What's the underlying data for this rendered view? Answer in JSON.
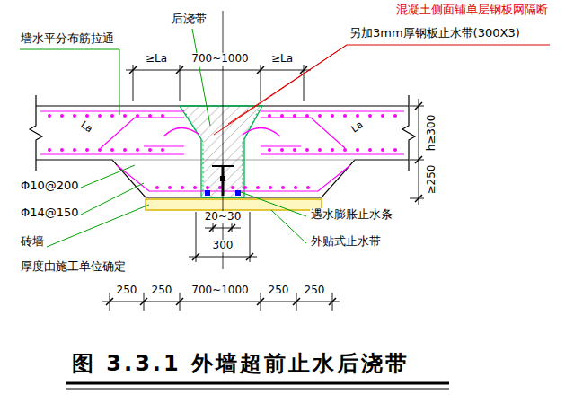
{
  "diagram": {
    "caption": "图 3.3.1 外墙超前止水后浇带",
    "labels": [
      "后浇带",
      "混凝土侧面铺单层钢板网隔断",
      "另加3mm厚钢板止水带(300X3)",
      "墙水平分布筋拉通",
      "≥La",
      "700~1000",
      "≥La",
      "La",
      "La",
      "h≥300",
      "≥250",
      "Φ10@200",
      "Φ14@150",
      "砖墙",
      "厚度由施工单位确定",
      "遇水膨胀止水条",
      "外贴式止水带",
      "20~30",
      "300",
      "250",
      "250",
      "700~1000",
      "250",
      "250"
    ]
  }
}
